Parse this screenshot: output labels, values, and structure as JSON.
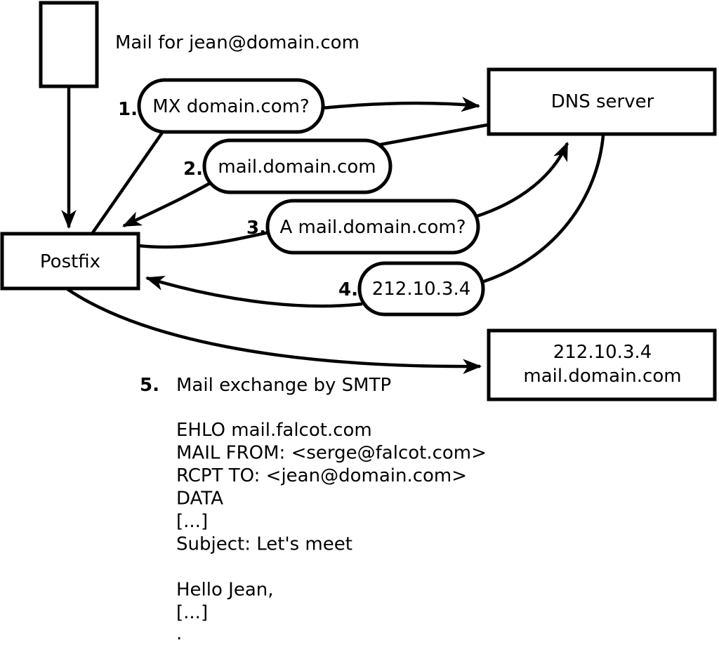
{
  "annotation": {
    "mail_for": "Mail for jean@domain.com"
  },
  "nodes": {
    "postfix": {
      "label": "Postfix"
    },
    "dns": {
      "label": "DNS server"
    },
    "mailhost": {
      "line1": "212.10.3.4",
      "line2": "mail.domain.com"
    }
  },
  "steps": [
    {
      "num": "1.",
      "label": "MX domain.com?"
    },
    {
      "num": "2.",
      "label": "mail.domain.com"
    },
    {
      "num": "3.",
      "label": "A mail.domain.com?"
    },
    {
      "num": "4.",
      "label": "212.10.3.4"
    },
    {
      "num": "5.",
      "label": "Mail exchange by SMTP"
    }
  ],
  "smtp": {
    "lines": [
      "EHLO mail.falcot.com",
      "MAIL FROM: <serge@falcot.com>",
      "RCPT TO: <jean@domain.com>",
      "DATA",
      "[...]",
      "Subject: Let's meet",
      "Hello Jean,",
      "[...]",
      "."
    ]
  },
  "colors": {
    "stroke": "#000000",
    "background": "#ffffff"
  }
}
